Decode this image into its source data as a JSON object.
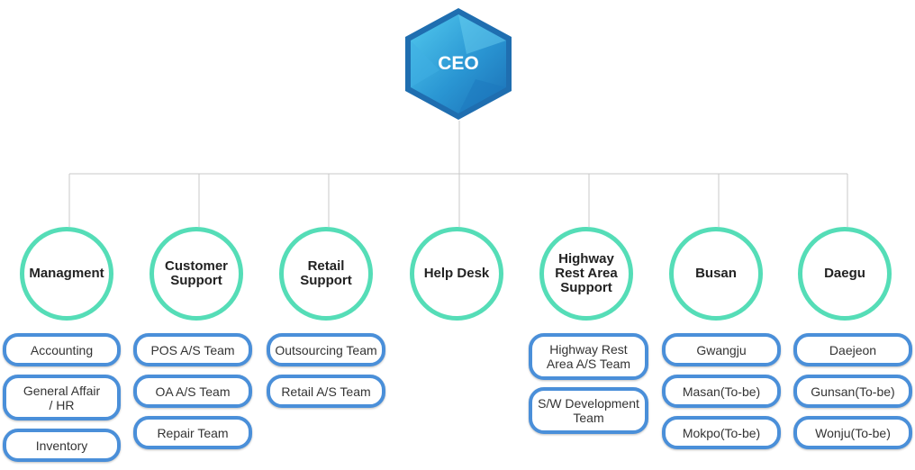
{
  "ceo": {
    "label": "CEO",
    "colors": {
      "dark": "#1b73b8",
      "light": "#4cc3ea",
      "mid": "#2a96d3"
    }
  },
  "colors": {
    "dept_border": "#55ddb7",
    "team_border": "#4a8fd9",
    "connector": "#c8c8c8"
  },
  "departments": [
    {
      "label": "Managment",
      "teams": [
        "Accounting",
        "General Affair\n/ HR",
        "Inventory"
      ]
    },
    {
      "label": "Customer\nSupport",
      "teams": [
        "POS A/S Team",
        "OA A/S Team",
        "Repair Team"
      ]
    },
    {
      "label": "Retail\nSupport",
      "teams": [
        "Outsourcing Team",
        "Retail A/S Team"
      ]
    },
    {
      "label": "Help Desk",
      "teams": []
    },
    {
      "label": "Highway\nRest Area\nSupport",
      "teams": [
        "Highway Rest\nArea A/S Team",
        "S/W Development\nTeam"
      ]
    },
    {
      "label": "Busan",
      "teams": [
        "Gwangju",
        "Masan(To-be)",
        "Mokpo(To-be)"
      ]
    },
    {
      "label": "Daegu",
      "teams": [
        "Daejeon",
        "Gunsan(To-be)",
        "Wonju(To-be)"
      ]
    }
  ]
}
